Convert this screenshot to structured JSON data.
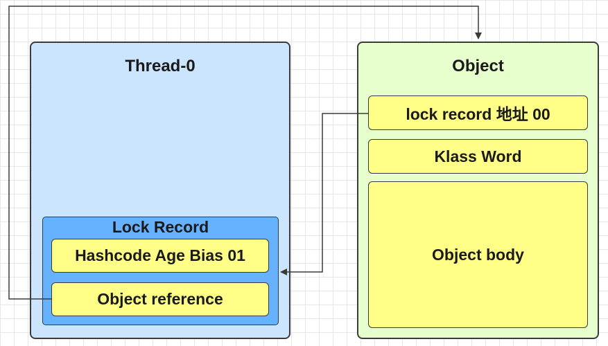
{
  "thread": {
    "title": "Thread-0",
    "lock_record": {
      "title": "Lock Record",
      "hash_field": "Hashcode Age Bias 01",
      "object_reference": "Object reference"
    }
  },
  "object": {
    "title": "Object",
    "lock_record_field": "lock  record 地址 00",
    "klass_word": "Klass Word",
    "body": "Object body"
  },
  "colors": {
    "thread_fill": "#cce5ff",
    "object_fill": "#e6ffcc",
    "lock_record_fill": "#66b2ff",
    "cell_fill": "#ffff88",
    "stroke": "#36393d"
  }
}
